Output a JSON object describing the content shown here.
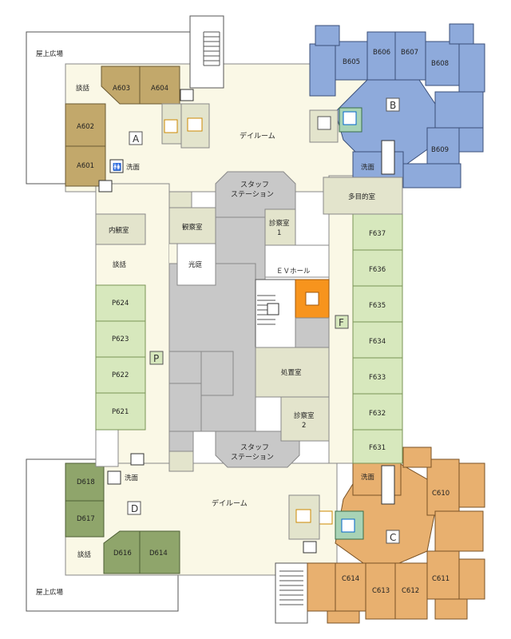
{
  "colors": {
    "corridor": "#faf8e6",
    "wing_a": "#c2a86b",
    "wing_b": "#8eaadb",
    "wing_c": "#e8b06f",
    "wing_d": "#8fa56b",
    "wing_f_p": "#d7e8bd",
    "staff": "#c8c8c8",
    "service": "#e3e4cc",
    "ev": "#f7941d",
    "accessible": "#a8d3b6",
    "outside": "#ffffff"
  },
  "rooftop": {
    "top_label": "屋上広場",
    "bottom_label": "屋上広場"
  },
  "wing_a": {
    "badge": "A",
    "rooms": [
      "A603",
      "A604",
      "A602",
      "A601"
    ],
    "lounge": "談話",
    "washroom": "洗面"
  },
  "wing_b": {
    "badge": "B",
    "rooms": [
      "B605",
      "B606",
      "B607",
      "B608",
      "B609"
    ],
    "washroom": "洗面"
  },
  "wing_c": {
    "badge": "C",
    "rooms": [
      "C610",
      "C611",
      "C612",
      "C613",
      "C614"
    ],
    "washroom": "洗面"
  },
  "wing_d": {
    "badge": "D",
    "rooms": [
      "D618",
      "D617",
      "D616",
      "D614"
    ],
    "lounge": "談話",
    "washroom": "洗面"
  },
  "wing_f": {
    "badge": "F",
    "rooms": [
      "F637",
      "F636",
      "F635",
      "F634",
      "F633",
      "F632",
      "F631"
    ]
  },
  "wing_p": {
    "badge": "P",
    "rooms": [
      "P624",
      "P623",
      "P622",
      "P621"
    ],
    "lounge": "談話"
  },
  "common": {
    "dayroom_top": "デイルーム",
    "dayroom_bottom": "デイルーム",
    "staff_station_top": "スタッフ\nステーション",
    "staff_station_bottom": "スタッフ\nステーション",
    "exam1": "診察室\n1",
    "exam2": "診察室\n2",
    "ev_hall": "ＥＶホール",
    "treatment": "処置室",
    "multipurpose": "多目的室",
    "observation": "観察室",
    "courtyard": "光庭",
    "internal_exam": "内観室"
  },
  "icons": [
    "stairs",
    "elevator",
    "toilet",
    "wheelchair",
    "washroom",
    "trash",
    "phone"
  ]
}
